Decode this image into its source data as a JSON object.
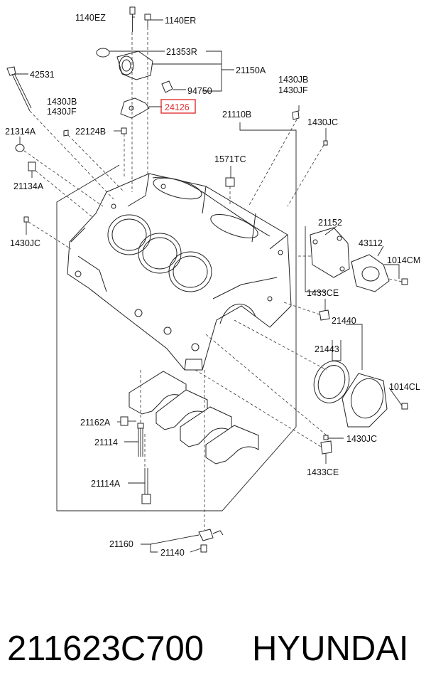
{
  "labels": {
    "l_1140EZ": "1140EZ",
    "l_1140ER": "1140ER",
    "l_21353R": "21353R",
    "l_21150A": "21150A",
    "l_94750": "94750",
    "l_42531": "42531",
    "l_1430JB_top": "1430JB",
    "l_1430JF_top": "1430JF",
    "l_24126": "24126",
    "l_1430JB_left": "1430JB",
    "l_1430JF_left": "1430JF",
    "l_21110B": "21110B",
    "l_21314A": "21314A",
    "l_22124B": "22124B",
    "l_1430JC_right": "1430JC",
    "l_1571TC": "1571TC",
    "l_21134A": "21134A",
    "l_21152": "21152",
    "l_43112": "43112",
    "l_1014CM": "1014CM",
    "l_1430JC_left": "1430JC",
    "l_1433CE_top": "1433CE",
    "l_21440": "21440",
    "l_21443": "21443",
    "l_1014CL": "1014CL",
    "l_21162A": "21162A",
    "l_21114": "21114",
    "l_1430JC_bottom": "1430JC",
    "l_1433CE_bottom": "1433CE",
    "l_21114A": "21114A",
    "l_21160": "21160",
    "l_21140": "21140"
  },
  "highlight_color": "#e03030",
  "caption": {
    "part_number": "211623C700",
    "brand": "HYUNDAI"
  }
}
